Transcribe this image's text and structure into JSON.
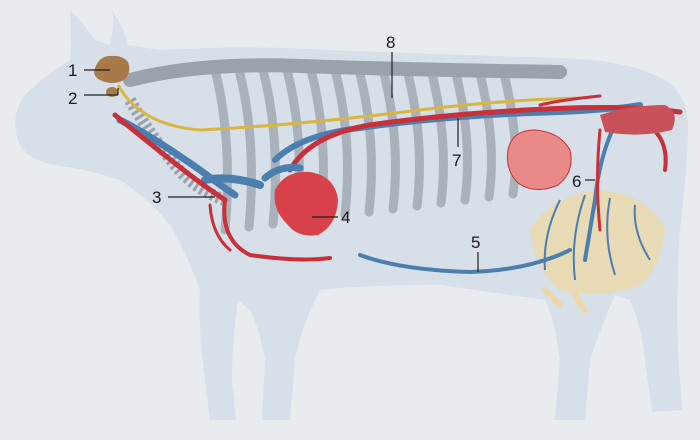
{
  "labels": [
    {
      "id": "1",
      "text": "1"
    },
    {
      "id": "2",
      "text": "2"
    },
    {
      "id": "3",
      "text": "3"
    },
    {
      "id": "4",
      "text": "4"
    },
    {
      "id": "5",
      "text": "5"
    },
    {
      "id": "6",
      "text": "6"
    },
    {
      "id": "7",
      "text": "7"
    },
    {
      "id": "8",
      "text": "8"
    }
  ],
  "colors": {
    "background": "#e9ecef",
    "silhouette": "#d3dde6",
    "bone": "#9aa3ab",
    "artery": "#c8303a",
    "vein": "#4a7fb0",
    "nerve": "#d9b640",
    "udder": "#ecd9a8",
    "heart": "#d8404a",
    "gland": "#a87a4a"
  }
}
